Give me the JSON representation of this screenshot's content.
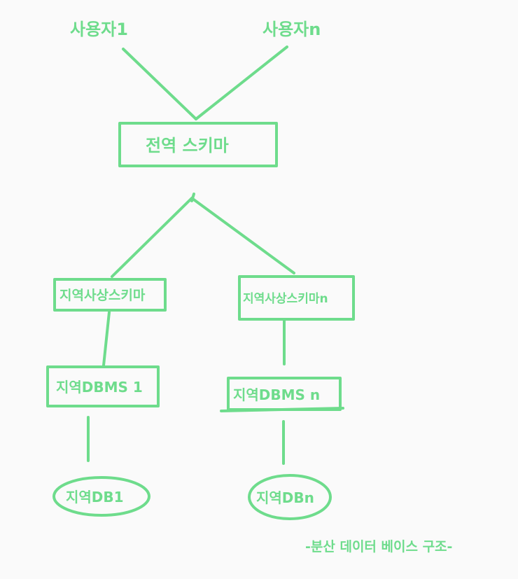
{
  "users": {
    "user1": "사용자1",
    "usern": "사용자n"
  },
  "global_schema": "전역 스키마",
  "local_schemas": {
    "s1": "지역사상스키마",
    "sn": "지역사상스키마n"
  },
  "local_dbms": {
    "d1": "지역DBMS 1",
    "dn": "지역DBMS n"
  },
  "local_dbs": {
    "db1": "지역DB1",
    "dbn": "지역DBn"
  },
  "caption": "-분산 데이터 베이스 구조-",
  "colors": {
    "stroke": "#6edc8c",
    "background": "#fafafa"
  }
}
